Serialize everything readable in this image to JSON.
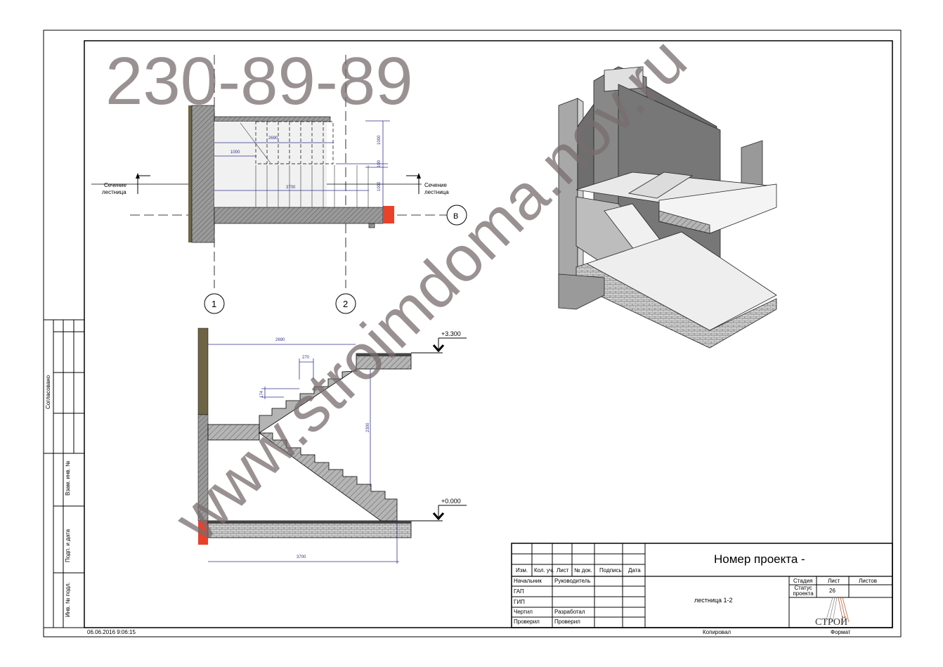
{
  "plan": {
    "section_left": "Сечение\nлестница",
    "section_right": "Сечение\nлестница",
    "section_left_l1": "Сечение",
    "section_left_l2": "лестница",
    "section_right_l1": "Сечение",
    "section_right_l2": "лестница",
    "axis_1": "1",
    "axis_2": "2",
    "axis_b": "В",
    "dims": {
      "d2690": "2690",
      "d1000": "1000",
      "d3700": "3700",
      "v1000a": "1000",
      "v100": "100",
      "v1000b": "1000"
    }
  },
  "section": {
    "level_top": "+3.300",
    "level_bottom": "+0.000",
    "dims": {
      "d2690": "2690",
      "d270": "270",
      "d174": "174",
      "d2300": "2300",
      "d3700": "3700"
    }
  },
  "stamps": {
    "agreed": "Согласовано",
    "vzam": "Взам. инв. №",
    "podp": "Подп. и дата",
    "inv": "Инв. № подл."
  },
  "title_block": {
    "headers": [
      "Изм.",
      "Кол. уч.",
      "Лист",
      "№ док.",
      "Подпись",
      "Дата"
    ],
    "rows": [
      [
        "Начальник",
        "Руководитель"
      ],
      [
        "ГАП",
        ""
      ],
      [
        "ГИП",
        ""
      ],
      [
        "Чертил",
        "Разработал"
      ],
      [
        "Проверил",
        "Проверил"
      ]
    ],
    "project_number": "Номер проекта -",
    "sheet_name": "лестница 1-2",
    "stage_label": "Стадия",
    "sheet_label": "Лист",
    "sheets_label": "Листов",
    "status_label": "Статус проекта",
    "sheet_number": "26",
    "logo_text": "СТРОЙ",
    "copied": "Копировал",
    "format": "Формат"
  },
  "timestamp": "06.06.2016 9:06:15",
  "watermark": {
    "phone": "230-89-89",
    "site": "www.stroimdoma.nov.ru"
  },
  "colors": {
    "dimension": "#33338a",
    "red_block": "#e8412c",
    "wall": "#8c8c8c",
    "brown": "#6f6446"
  }
}
